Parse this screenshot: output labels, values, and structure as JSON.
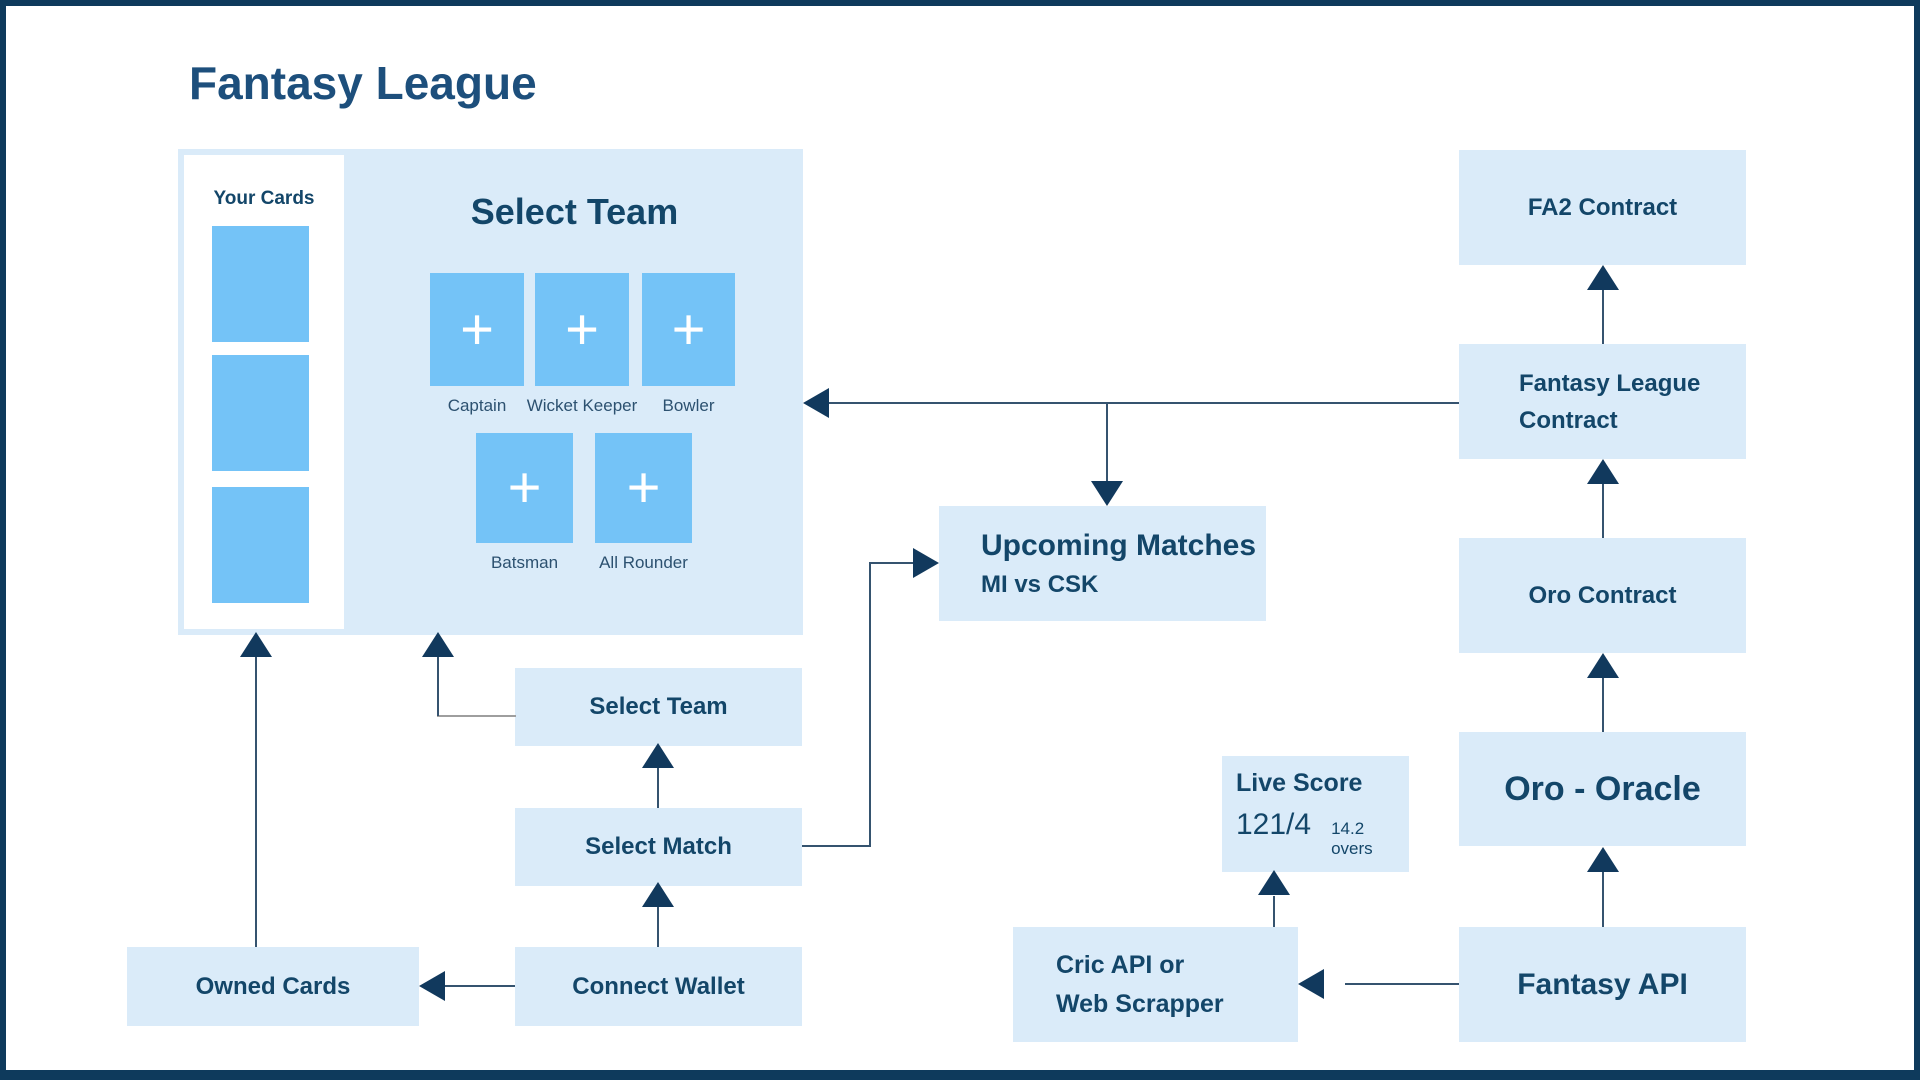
{
  "page": {
    "title": "Fantasy League"
  },
  "colors": {
    "border_navy": "#0e3a5c",
    "text_navy": "#134669",
    "title_navy": "#1d4f7c",
    "box_light_blue": "#daebf9",
    "card_sky_blue": "#74c3f7",
    "arrow_navy": "#11395d"
  },
  "select_team": {
    "heading": "Select Team",
    "your_cards": {
      "label": "Your Cards",
      "card_count": 3
    },
    "plus": "+",
    "slots_row1": [
      {
        "label": "Captain"
      },
      {
        "label": "Wicket Keeper"
      },
      {
        "label": "Bowler"
      }
    ],
    "slots_row2": [
      {
        "label": "Batsman"
      },
      {
        "label": "All Rounder"
      }
    ]
  },
  "flow": {
    "upcoming_matches": {
      "title": "Upcoming Matches",
      "match": "MI vs CSK"
    },
    "fa2_contract": {
      "label": "FA2 Contract"
    },
    "fantasy_league_contract": {
      "line1": "Fantasy League",
      "line2": "Contract"
    },
    "oro_contract": {
      "label": "Oro Contract"
    },
    "oro_oracle": {
      "label": "Oro - Oracle"
    },
    "fantasy_api": {
      "label": "Fantasy API"
    },
    "live_score": {
      "title": "Live Score",
      "score": "121/4",
      "overs": "14.2 overs"
    },
    "cric_api": {
      "line1": "Cric API or",
      "line2": "Web Scrapper"
    },
    "owned_cards": {
      "label": "Owned Cards"
    },
    "connect_wallet": {
      "label": "Connect Wallet"
    },
    "select_match": {
      "label": "Select Match"
    },
    "select_team_step": {
      "label": "Select Team"
    }
  }
}
